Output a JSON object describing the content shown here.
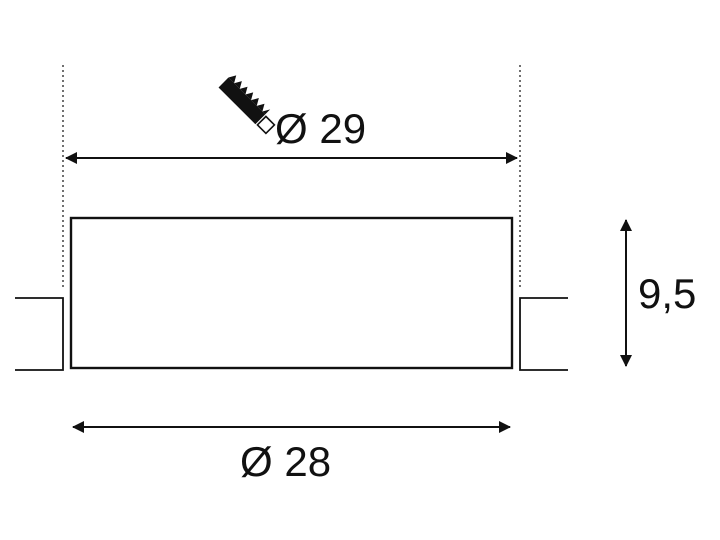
{
  "drawing": {
    "cutout_diameter": "Ø 29",
    "body_diameter": "Ø 28",
    "height": "9,5"
  },
  "icons": {
    "drill_tool": "hole-saw-icon"
  },
  "colors": {
    "line": "#111111",
    "background": "#ffffff"
  }
}
